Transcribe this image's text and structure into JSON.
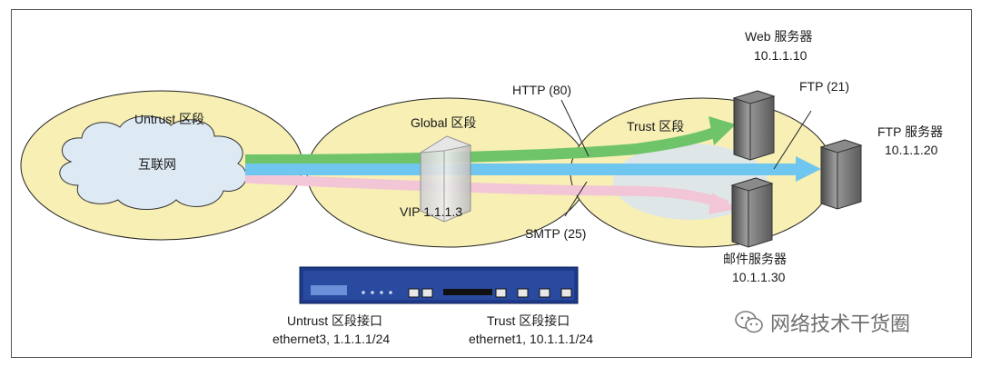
{
  "zones": {
    "untrust": "Untrust 区段",
    "global": "Global 区段",
    "trust": "Trust 区段"
  },
  "internet": "互联网",
  "vip": "VIP 1.1.1.3",
  "protocols": {
    "http": "HTTP (80)",
    "smtp": "SMTP (25)",
    "ftp": "FTP (21)"
  },
  "servers": {
    "web": {
      "name": "Web 服务器",
      "ip": "10.1.1.10"
    },
    "ftp": {
      "name": "FTP 服务器",
      "ip": "10.1.1.20"
    },
    "mail": {
      "name": "邮件服务器",
      "ip": "10.1.1.30"
    }
  },
  "interfaces": {
    "untrust": {
      "name": "Untrust 区段接口",
      "addr": "ethernet3, 1.1.1.1/24"
    },
    "trust": {
      "name": "Trust 区段接口",
      "addr": "ethernet1, 10.1.1.1/24"
    }
  },
  "watermark": "网络技术干货圈",
  "colors": {
    "zone_fill": "#f7efb4",
    "cloud_fill": "#dde9f3",
    "http_flow": "#6fc46a",
    "ftp_flow": "#6fc6ee",
    "smtp_flow": "#f2c6d6",
    "device_body": "#1f3a8a"
  }
}
